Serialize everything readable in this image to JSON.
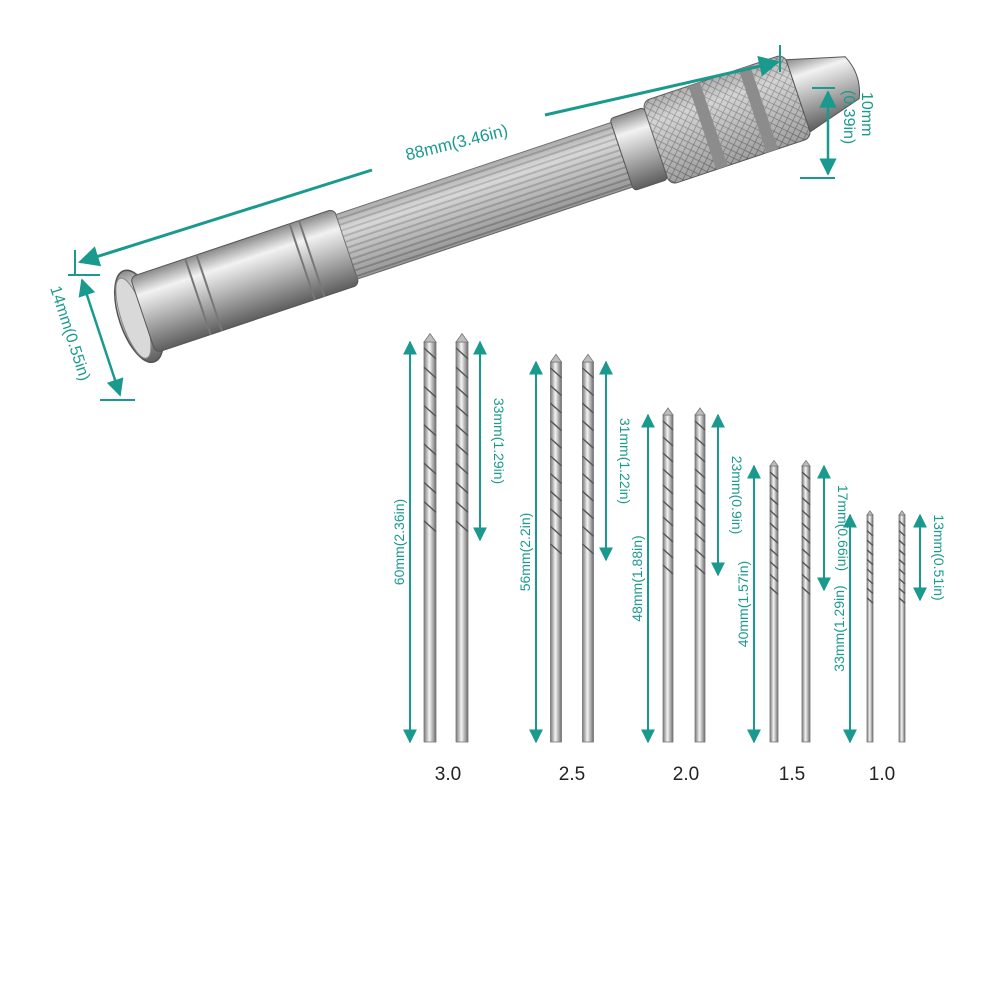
{
  "colors": {
    "accent": "#1a9a8e",
    "steel_light": "#e8e8e8",
    "steel_mid": "#b4b4b4",
    "steel_dark": "#6a6a6a"
  },
  "dimensions": {
    "tool_length": "88mm(3.46in)",
    "chuck_diameter": "10mm",
    "chuck_diameter_in": "(0.39in)",
    "cap_diameter": "14mm(0.55in)"
  },
  "bits": [
    {
      "size": "3.0",
      "total": "60mm(2.36in)",
      "flute": "33mm(1.29in)"
    },
    {
      "size": "2.5",
      "total": "56mm(2.2in)",
      "flute": "31mm(1.22in)"
    },
    {
      "size": "2.0",
      "total": "48mm(1.88in)",
      "flute": "23mm(0.9in)"
    },
    {
      "size": "1.5",
      "total": "40mm(1.57in)",
      "flute": "17mm(0.66in)"
    },
    {
      "size": "1.0",
      "total": "33mm(1.29in)",
      "flute": "13mm(0.51in)"
    }
  ]
}
